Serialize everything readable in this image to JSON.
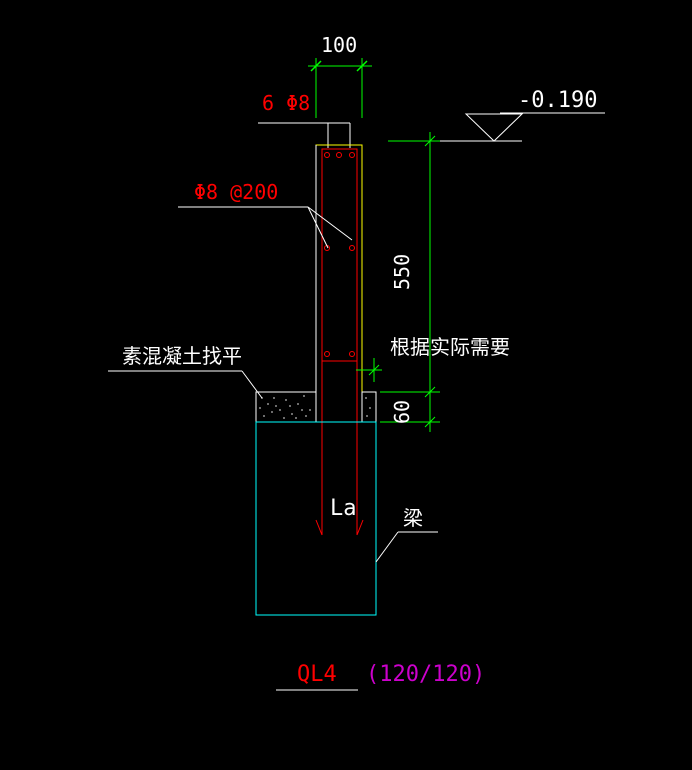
{
  "colors": {
    "background": "#000000",
    "dimension": "#00ff00",
    "rebar": "#ff0000",
    "outline_yellow": "#ffff00",
    "beam": "#00ffff",
    "leader": "#ffffff",
    "annotation_white": "#ffffff",
    "label_red": "#ff0000",
    "label_magenta": "#cc00cc"
  },
  "dimensions": {
    "width_top": "100",
    "height_main": "550",
    "height_bottom": "60",
    "elevation": "-0.190"
  },
  "annotations": {
    "main_bars": "6 Φ8",
    "stirrups": "Φ8 @200",
    "leveling": "素混凝土找平",
    "as_needed": "根据实际需要",
    "beam": "梁",
    "anchorage": "La"
  },
  "title": {
    "code": "QL4",
    "size": "(120/120)"
  }
}
